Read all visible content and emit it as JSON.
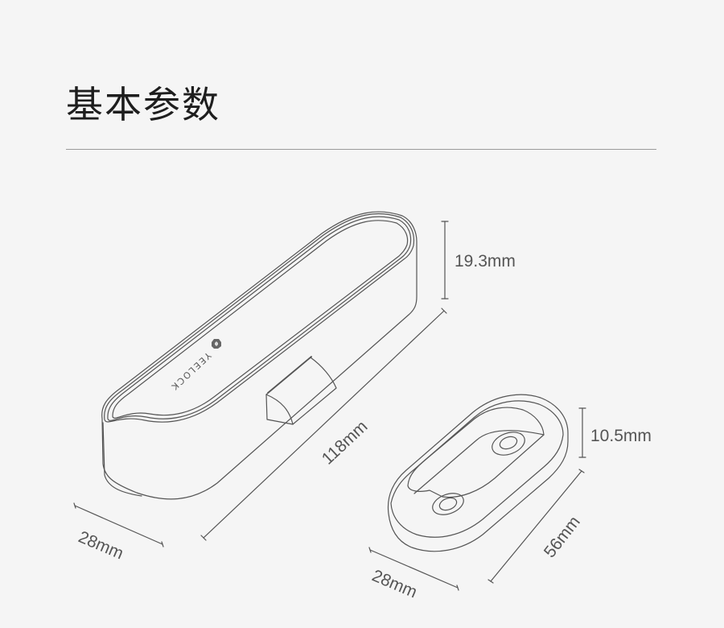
{
  "header": {
    "title": "基本参数"
  },
  "product": {
    "brand": "YEELOCK",
    "lock_body": {
      "height_label": "19.3mm",
      "length_label": "118mm",
      "width_label": "28mm"
    },
    "strike_plate": {
      "height_label": "10.5mm",
      "length_label": "56mm",
      "width_label": "28mm"
    }
  },
  "colors": {
    "background": "#f5f5f5",
    "line": "#555555",
    "title": "#1e1e1e",
    "rule": "#9a9a9a"
  }
}
